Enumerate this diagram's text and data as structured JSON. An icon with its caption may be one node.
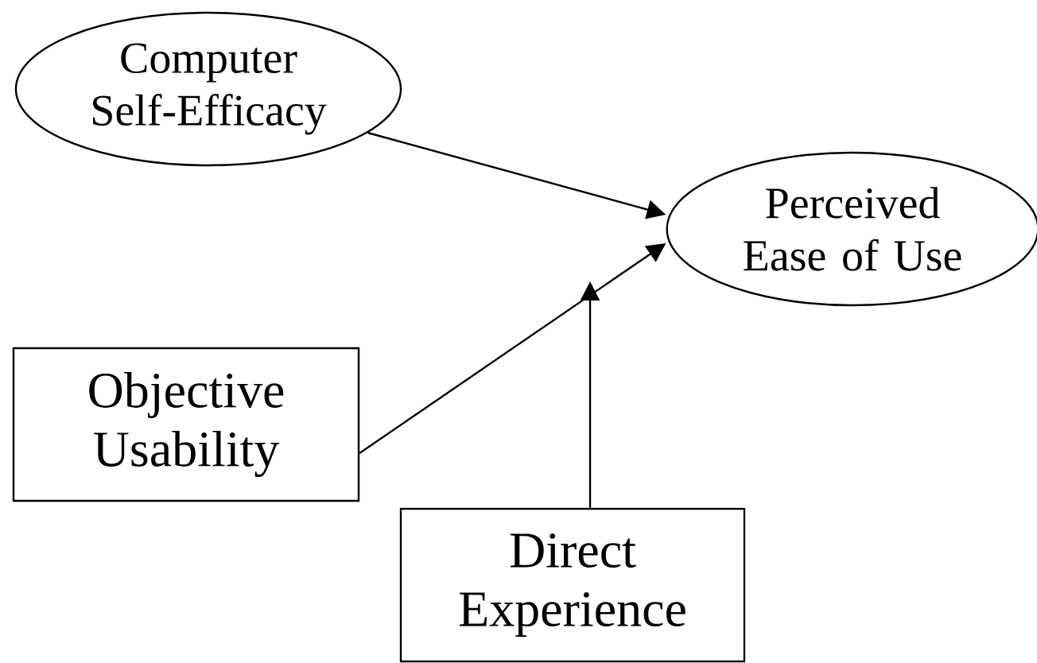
{
  "diagram": {
    "nodes": [
      {
        "text": [
          "Computer Self-Efficacy"
        ]
      },
      {
        "text": [
          "Perceived Ease of Use"
        ]
      },
      {
        "text": [
          "Objective Usability"
        ]
      },
      {
        "text": [
          "Direct Experience"
        ]
      }
    ],
    "edges": [
      {
        "from": 0,
        "to": 1,
        "arrow": "to"
      },
      {
        "from": 2,
        "to": 1,
        "arrow": "to"
      },
      {
        "from": 3,
        "to": null,
        "arrow": "to"
      }
    ]
  }
}
